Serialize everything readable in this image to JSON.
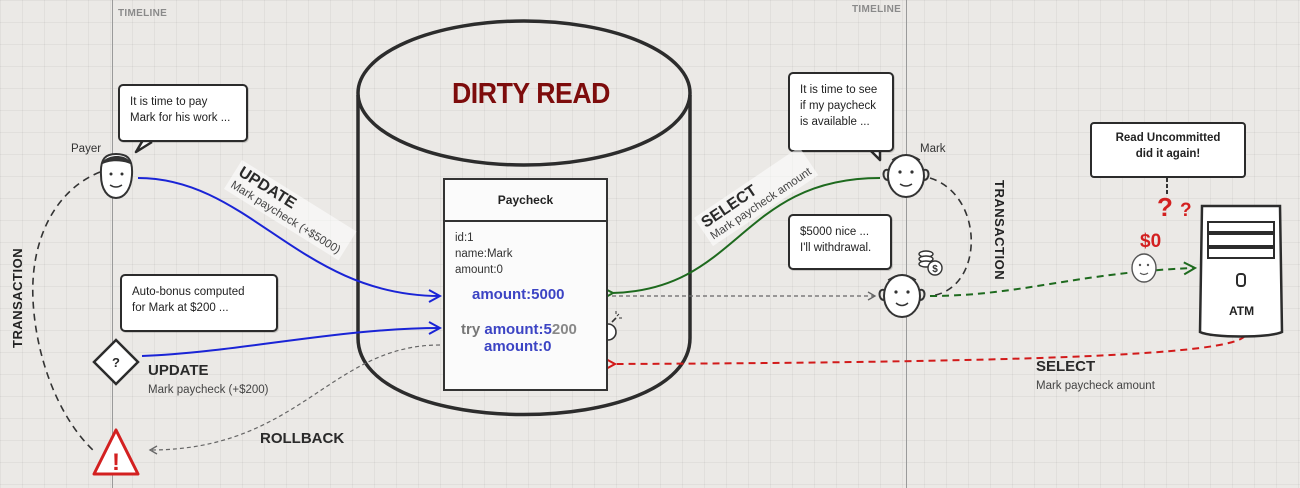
{
  "title": "DIRTY READ",
  "timelines": {
    "left_label": "TIMELINE",
    "right_label": "TIMELINE"
  },
  "transactions": {
    "left_label": "TRANSACTION",
    "right_label": "TRANSACTION"
  },
  "actors": {
    "payer": "Payer",
    "mark": "Mark",
    "atm": "ATM"
  },
  "bubbles": {
    "payer": [
      "It is time to pay",
      "Mark for his work ..."
    ],
    "auto_bonus": [
      "Auto-bonus computed",
      "for Mark at $200 ..."
    ],
    "mark_check": [
      "It is time to see",
      "if my paycheck",
      "is available ..."
    ],
    "mark_withdraw": [
      "$5000 nice ...",
      "I'll withdrawal."
    ]
  },
  "note": [
    "Read Uncommitted",
    "did it again!"
  ],
  "operations": {
    "update1": {
      "title": "UPDATE",
      "subtitle": "Mark paycheck (+$5000)"
    },
    "update2": {
      "title": "UPDATE",
      "subtitle": "Mark paycheck (+$200)"
    },
    "select1": {
      "title": "SELECT",
      "subtitle": "Mark paycheck amount"
    },
    "select2": {
      "title": "SELECT",
      "subtitle": "Mark paycheck amount"
    },
    "rollback": {
      "title": "ROLLBACK"
    }
  },
  "record": {
    "title": "Paycheck",
    "fields": [
      "id:1",
      "name:Mark",
      "amount:0"
    ],
    "amount_update": "amount:5000",
    "try_prefix": "try",
    "try_amount_main": "amount:5",
    "try_amount_faded": "200",
    "amount_after": "amount:0"
  },
  "atm_balance": "$0",
  "colors": {
    "update_arrow": "#1a24d6",
    "select_arrow": "#1e6a1e",
    "atm_select_arrow": "#d21a1a",
    "title": "#7d0c0c",
    "amount_text": "#3c44c4",
    "warning": "#d32020"
  }
}
